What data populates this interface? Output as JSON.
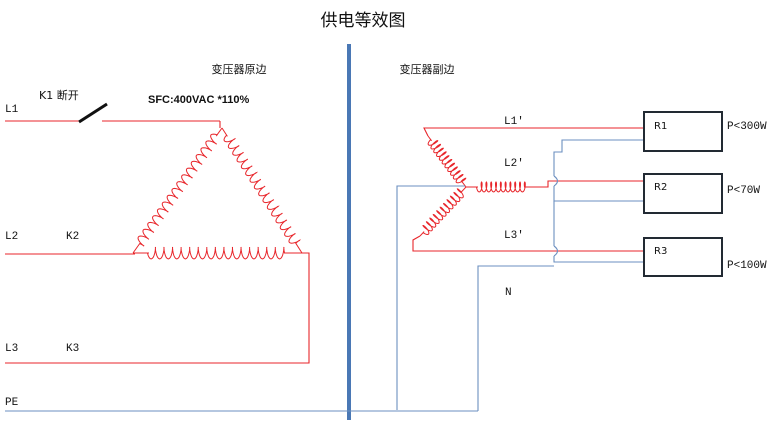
{
  "title": "供电等效图",
  "primary_label": "变压器原边",
  "secondary_label": "变压器副边",
  "switch_label": "K1 断开",
  "sfc_label": "SFC:400VAC *110%",
  "inputs": [
    {
      "line": "L1",
      "switch": ""
    },
    {
      "line": "L2",
      "switch": "K2"
    },
    {
      "line": "L3",
      "switch": "K3"
    }
  ],
  "pe_label": "PE",
  "outputs": [
    "L1'",
    "L2'",
    "L3'"
  ],
  "neutral_label": "N",
  "loads": [
    {
      "name": "R1",
      "power": "P<300W"
    },
    {
      "name": "R2",
      "power": "P<70W"
    },
    {
      "name": "R3",
      "power": "P<100W"
    }
  ],
  "colors": {
    "phase": "#e8262b",
    "ground": "#6b8fc0",
    "divider": "#4a78b5",
    "box": "#222a33"
  }
}
